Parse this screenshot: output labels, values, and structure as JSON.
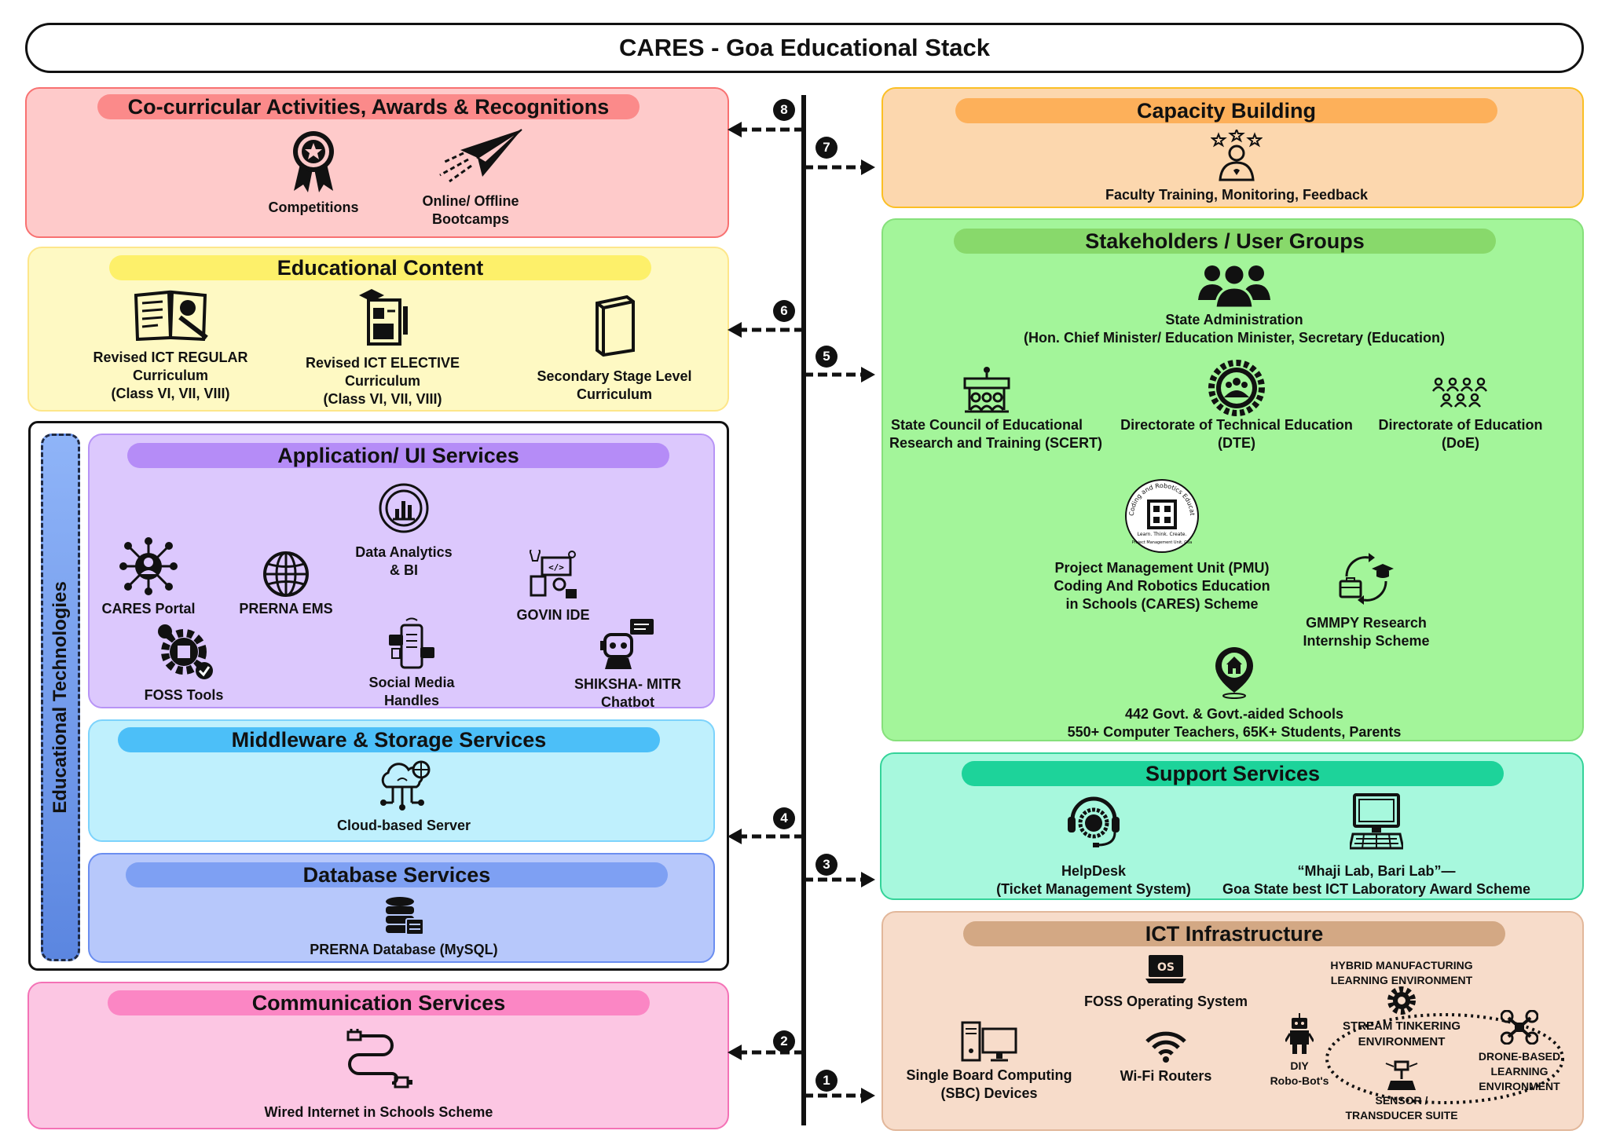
{
  "title": "CARES - Goa Educational Stack",
  "sections": {
    "cocurricular": {
      "title": "Co-curricular Activities, Awards & Recognitions",
      "items": [
        {
          "label": [
            "Competitions"
          ],
          "icon": "award-medal-icon"
        },
        {
          "label": [
            "Online/ Offline",
            "Bootcamps"
          ],
          "icon": "paper-plane-icon"
        }
      ]
    },
    "content": {
      "title": "Educational Content",
      "items": [
        {
          "label": [
            "Revised ICT REGULAR",
            "Curriculum",
            "(Class VI, VII, VIII)"
          ],
          "icon": "open-book-icon"
        },
        {
          "label": [
            "Revised ICT ELECTIVE",
            "Curriculum",
            "(Class VI, VII, VIII)"
          ],
          "icon": "graduation-document-icon"
        },
        {
          "label": [
            "Secondary Stage Level",
            "Curriculum"
          ],
          "icon": "book-icon"
        }
      ]
    },
    "edtech": {
      "title": "Educational Technologies"
    },
    "appui": {
      "title": "Application/ UI Services",
      "items": [
        {
          "label": [
            "CARES Portal"
          ],
          "icon": "network-user-icon"
        },
        {
          "label": [
            "PRERNA EMS"
          ],
          "icon": "globe-icon"
        },
        {
          "label": [
            "Data Analytics",
            "& BI"
          ],
          "icon": "analytics-chart-icon"
        },
        {
          "label": [
            "GOVIN IDE"
          ],
          "icon": "code-ide-icon"
        },
        {
          "label": [
            "FOSS Tools"
          ],
          "icon": "gear-tools-icon"
        },
        {
          "label": [
            "Social Media",
            "Handles"
          ],
          "icon": "social-media-phone-icon"
        },
        {
          "label": [
            "SHIKSHA- MITR",
            "Chatbot"
          ],
          "icon": "chatbot-icon"
        }
      ]
    },
    "middleware": {
      "title": "Middleware & Storage Services",
      "items": [
        {
          "label": [
            "Cloud-based Server"
          ],
          "icon": "cloud-server-icon"
        }
      ]
    },
    "database": {
      "title": "Database Services",
      "items": [
        {
          "label": [
            "PRERNA Database (MySQL)"
          ],
          "icon": "database-icon"
        }
      ]
    },
    "communication": {
      "title": "Communication Services",
      "items": [
        {
          "label": [
            "Wired Internet in Schools Scheme"
          ],
          "icon": "cable-icon"
        }
      ]
    },
    "capacity": {
      "title": "Capacity Building",
      "items": [
        {
          "label": [
            "Faculty Training, Monitoring, Feedback"
          ],
          "icon": "rated-person-icon"
        }
      ]
    },
    "stakeholders": {
      "title": "Stakeholders / User Groups",
      "items": [
        {
          "label": [
            "State Administration",
            "(Hon. Chief Minister/ Education Minister, Secretary (Education)"
          ],
          "icon": "people-group-icon"
        },
        {
          "label": [
            "State Council of Educational",
            "Research and Training (SCERT)"
          ],
          "icon": "presentation-board-icon"
        },
        {
          "label": [
            "Directorate of Technical Education",
            "(DTE)"
          ],
          "icon": "dte-emblem-icon"
        },
        {
          "label": [
            "Directorate of Education",
            "(DoE)"
          ],
          "icon": "people-cluster-icon"
        },
        {
          "label": [
            "Project Management Unit (PMU)",
            "Coding And Robotics Education",
            "in Schools (CARES) Scheme"
          ],
          "icon": "cares-logo-icon"
        },
        {
          "label": [
            "GMMPY Research",
            "Internship Scheme"
          ],
          "icon": "internship-cycle-icon"
        },
        {
          "label": [
            "442 Govt. & Govt.-aided Schools",
            "550+ Computer Teachers, 65K+ Students, Parents"
          ],
          "icon": "school-location-icon"
        }
      ],
      "logo_text": "Coding and Robotics Education in Schools Scheme",
      "logo_subtext": "Learn. Think. Create.",
      "logo_bottom": "Project Management Unit, Goa"
    },
    "support": {
      "title": "Support Services",
      "items": [
        {
          "label": [
            "HelpDesk",
            "(Ticket Management System)"
          ],
          "icon": "headset-icon"
        },
        {
          "label": [
            "“Mhaji Lab, Bari Lab”—",
            "Goa State best ICT Laboratory Award Scheme"
          ],
          "icon": "computer-monitor-icon"
        }
      ]
    },
    "infra": {
      "title": "ICT Infrastructure",
      "items": [
        {
          "label": [
            "FOSS Operating System"
          ],
          "icon": "os-laptop-icon"
        },
        {
          "label": [
            "Single Board Computing",
            "(SBC) Devices"
          ],
          "icon": "desktop-computer-icon"
        },
        {
          "label": [
            "Wi-Fi Routers"
          ],
          "icon": "wifi-icon"
        },
        {
          "label": [
            "HYBRID MANUFACTURING",
            "LEARNING ENVIRONMENT"
          ],
          "icon": "none"
        },
        {
          "label": [
            "STREAM TINKERING",
            "ENVIRONMENT"
          ],
          "icon": "gear-icon"
        },
        {
          "label": [
            "DIY",
            "Robo-Bot's"
          ],
          "icon": "robot-icon"
        },
        {
          "label": [
            "DRONE-BASED",
            "LEARNING",
            "ENVIRONMENT"
          ],
          "icon": "drone-icon"
        },
        {
          "label": [
            "SENSOR /",
            "TRANSDUCER SUITE"
          ],
          "icon": "sensor-icon"
        }
      ],
      "os_badge": "OS"
    }
  },
  "connectors": [
    "1",
    "2",
    "3",
    "4",
    "5",
    "6",
    "7",
    "8"
  ]
}
